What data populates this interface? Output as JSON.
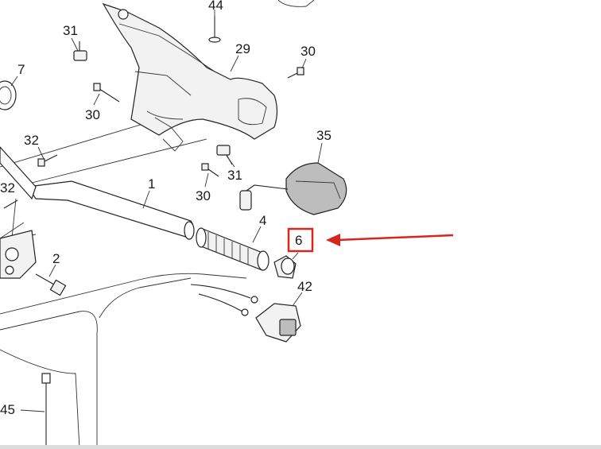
{
  "callouts": {
    "c44": "44",
    "c31a": "31",
    "c29": "29",
    "c30a": "30",
    "c7": "7",
    "c30b": "30",
    "c35": "35",
    "c32a": "32",
    "c31b": "31",
    "c32b": "32",
    "c1": "1",
    "c30c": "30",
    "c4": "4",
    "c6": "6",
    "c2": "2",
    "c42": "42",
    "c45": "45"
  },
  "colors": {
    "highlight": "#d9261c",
    "ink": "#222222"
  }
}
